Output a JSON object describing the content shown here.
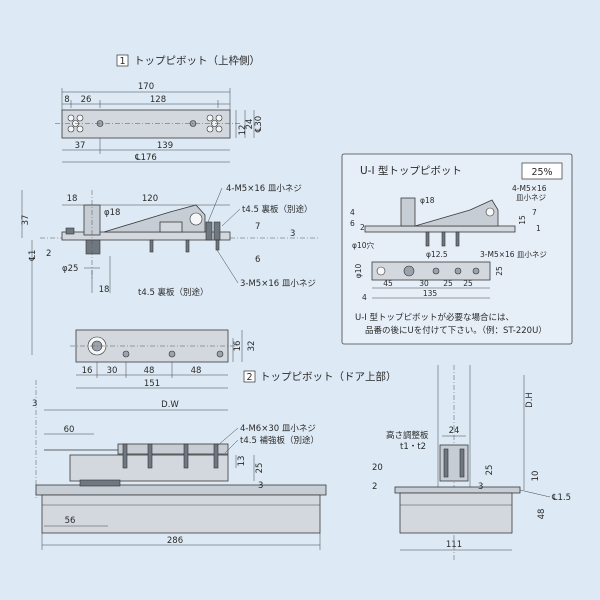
{
  "sections": {
    "top_title_num": "1",
    "top_title": "トップピボット（上枠側）",
    "door_title_num": "2",
    "door_title": "トップピボット（ドア上部）"
  },
  "inset": {
    "title": "U-I 型トップピボット",
    "badge": "25%",
    "note_line1": "U-I 型トップピボットが必要な場合には、",
    "note_line2": "品番の後にUを付けて下さい。（例：ST-220U）",
    "labels": {
      "screw": "4-M5×16",
      "screw2": "皿小ネジ",
      "dia18": "φ18",
      "d7": "7",
      "d15": "15",
      "d1": "1",
      "d4": "4",
      "d2": "2",
      "d6": "6",
      "dia10": "φ10穴",
      "dia12": "φ12.5",
      "dia10b": "φ10",
      "screw3": "3-M5×16 皿小ネジ",
      "d45": "45",
      "d30": "30",
      "d25a": "25",
      "d25b": "25",
      "d135": "135",
      "d25c": "25",
      "d4b": "4"
    }
  },
  "view1": {
    "d170": "170",
    "d8": "8",
    "d26": "26",
    "d128": "128",
    "d37": "37",
    "d139": "139",
    "d176": "℄176",
    "d12": "12",
    "d24": "24",
    "d30": "℄30"
  },
  "view2": {
    "d18": "18",
    "d120": "120",
    "dia18": "φ18",
    "screw_top": "4-M5×16 皿小ネジ",
    "plate_top": "t4.5 裏板（別途）",
    "d7": "7",
    "d3": "3",
    "d2": "2",
    "d6": "6",
    "dia25": "φ25",
    "d18b": "18",
    "screw_bot": "3-M5×16 皿小ネジ",
    "plate_bot": "t4.5 裏板（別途）",
    "d37": "37",
    "dcl1": "℄1"
  },
  "view3": {
    "d16a": "16",
    "d30": "30",
    "d48a": "48",
    "d48b": "48",
    "d151": "151",
    "d16b": "16",
    "d32": "32"
  },
  "view4": {
    "d3": "3",
    "dw": "D.W",
    "d60": "60",
    "screw": "4-M6×30 皿小ネジ",
    "plate": "t4.5 補強板（別途）",
    "d13": "13",
    "d25": "25",
    "d3b": "3",
    "d56": "56",
    "d286": "286"
  },
  "view5": {
    "dh": "D.H",
    "adj_label": "高さ調整板",
    "adj_t": "t1・t2",
    "d24": "24",
    "d20": "20",
    "d2": "2",
    "d25": "25",
    "d3": "3",
    "d10": "10",
    "d15": "℄1.5",
    "d48": "48",
    "d111": "111"
  }
}
